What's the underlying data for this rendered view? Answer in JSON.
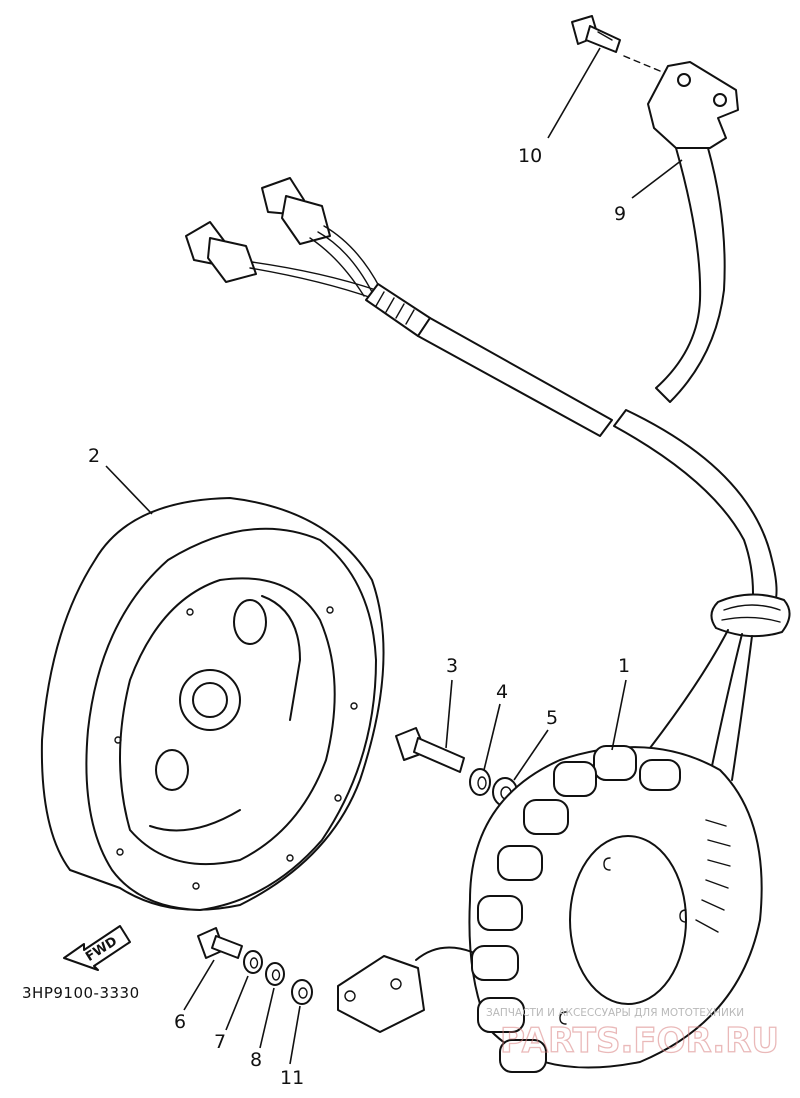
{
  "diagram": {
    "callouts": [
      {
        "id": "1",
        "text": "1"
      },
      {
        "id": "2",
        "text": "2"
      },
      {
        "id": "3",
        "text": "3"
      },
      {
        "id": "4",
        "text": "4"
      },
      {
        "id": "5",
        "text": "5"
      },
      {
        "id": "6",
        "text": "6"
      },
      {
        "id": "7",
        "text": "7"
      },
      {
        "id": "8",
        "text": "8"
      },
      {
        "id": "9",
        "text": "9"
      },
      {
        "id": "10",
        "text": "10"
      },
      {
        "id": "11",
        "text": "11"
      }
    ],
    "part_code": "3HP9100-3330",
    "direction_label": "FWD"
  },
  "watermark": {
    "top_text": "ЗАПЧАСТИ И АКСЕССУАРЫ ДЛЯ МОТОТЕХНИКИ",
    "brand_text": "PARTS.FOR.RU",
    "color": "#d98080"
  }
}
